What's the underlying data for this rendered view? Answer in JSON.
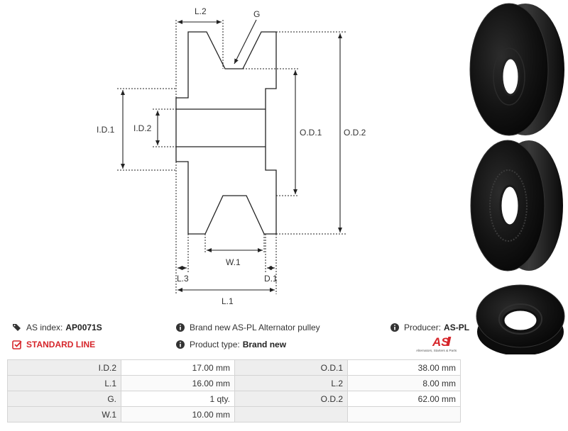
{
  "drawing": {
    "labels": {
      "l2": "L.2",
      "g": "G",
      "id1": "I.D.1",
      "id2": "I.D.2",
      "od1": "O.D.1",
      "od2": "O.D.2",
      "w1": "W.1",
      "l3": "L.3",
      "d1": "D.1",
      "l1": "L.1"
    }
  },
  "info": {
    "index_label": "AS index:",
    "index_value": "AP0071S",
    "line_label": "STANDARD LINE",
    "description": "Brand new AS-PL Alternator pulley",
    "type_label": "Product type:",
    "type_value": "Brand new",
    "producer_label": "Producer:",
    "producer_value": "AS-PL",
    "logo_text": "AS",
    "logo_tagline": "Alternators, Starters & Parts"
  },
  "specs": [
    {
      "label1": "I.D.2",
      "value1": "17.00 mm",
      "label2": "O.D.1",
      "value2": "38.00 mm"
    },
    {
      "label1": "L.1",
      "value1": "16.00 mm",
      "label2": "L.2",
      "value2": "8.00 mm"
    },
    {
      "label1": "G.",
      "value1": "1 qty.",
      "label2": "O.D.2",
      "value2": "62.00 mm"
    },
    {
      "label1": "W.1",
      "value1": "10.00 mm",
      "label2": "",
      "value2": ""
    }
  ],
  "icons": {
    "index": "tags-icon",
    "line": "checkbox-icon",
    "description": "info-icon",
    "type": "info-icon",
    "producer": "info-icon"
  },
  "colors": {
    "accent_red": "#d6262b",
    "drawing_line": "#222222",
    "pulley": "#0e0e0e"
  }
}
